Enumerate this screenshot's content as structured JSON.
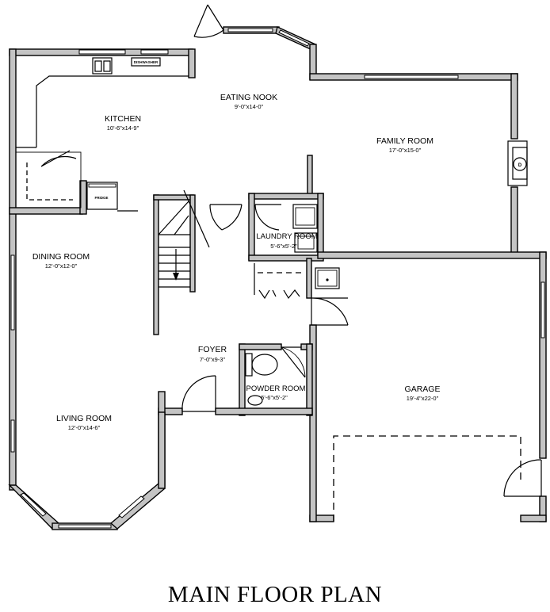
{
  "title": "MAIN FLOOR PLAN",
  "rooms": {
    "kitchen": {
      "name": "KITCHEN",
      "dims": "10'-6\"x14-9\""
    },
    "eating_nook": {
      "name": "EATING NOOK",
      "dims": "9'-0\"x14-0\""
    },
    "family_room": {
      "name": "FAMILY ROOM",
      "dims": "17'-0\"x15-0\""
    },
    "dining_room": {
      "name": "DINING ROOM",
      "dims": "12'-0\"x12-0\""
    },
    "laundry_room": {
      "name": "LAUNDRY ROOM",
      "dims": "5'-6\"x5'-2\""
    },
    "foyer": {
      "name": "FOYER",
      "dims": "7'-0\"x9-3\""
    },
    "powder_room": {
      "name": "POWDER ROOM",
      "dims": "5'-6\"x5'-2\""
    },
    "living_room": {
      "name": "LIVING ROOM",
      "dims": "12'-0\"x14-6\""
    },
    "garage": {
      "name": "GARAGE",
      "dims": "19'-4\"x22-0\""
    }
  },
  "fixtures": {
    "dishwasher": "DISHWASHER",
    "fridge": "FRIDGE"
  },
  "colors": {
    "wall_fill": "#c4c4c4",
    "line": "#000000",
    "background": "#ffffff"
  }
}
